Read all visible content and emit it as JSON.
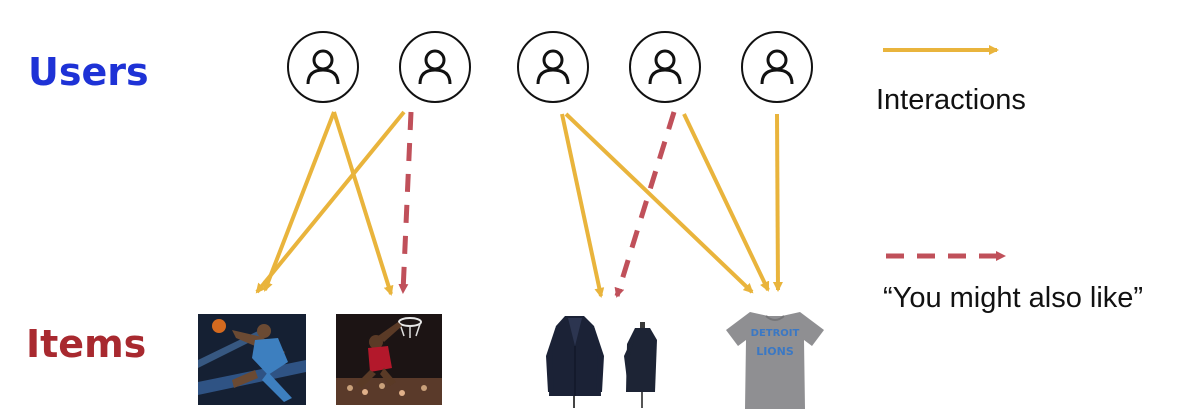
{
  "row_labels": {
    "users": "Users",
    "items": "Items"
  },
  "legend": {
    "interactions": "Interactions",
    "recommendation": "“You might also like”"
  },
  "users": [
    {
      "id": "user-1"
    },
    {
      "id": "user-2"
    },
    {
      "id": "user-3"
    },
    {
      "id": "user-4"
    },
    {
      "id": "user-5"
    }
  ],
  "items": [
    {
      "id": "item-basketball-player-1",
      "picture": "basketball-dunk-photo"
    },
    {
      "id": "item-basketball-player-2",
      "picture": "basketball-dunk-photo"
    },
    {
      "id": "item-dark-blazer",
      "picture": "dark-blazer-on-mannequin"
    },
    {
      "id": "item-dark-top",
      "picture": "dark-top-on-mannequin"
    },
    {
      "id": "item-lions-tshirt",
      "picture": "grey-tshirt",
      "printed_text": [
        "DETROIT",
        "LIONS"
      ]
    }
  ],
  "interactions": [
    {
      "from": 1,
      "to": 2
    },
    {
      "from": 1,
      "to": 1
    },
    {
      "from": 2,
      "to": 1
    },
    {
      "from": 3,
      "to": 3
    },
    {
      "from": 3,
      "to": 5
    },
    {
      "from": 4,
      "to": 5
    },
    {
      "from": 5,
      "to": 5
    }
  ],
  "recommendations": [
    {
      "from": 2,
      "to": 2
    },
    {
      "from": 4,
      "to": 3
    }
  ],
  "colors": {
    "users_label": "#1e32d6",
    "items_label": "#a8292f",
    "interaction_arrow": "#e9b43c",
    "recommendation_arrow": "#c0505a",
    "user_icon": "#111111"
  }
}
